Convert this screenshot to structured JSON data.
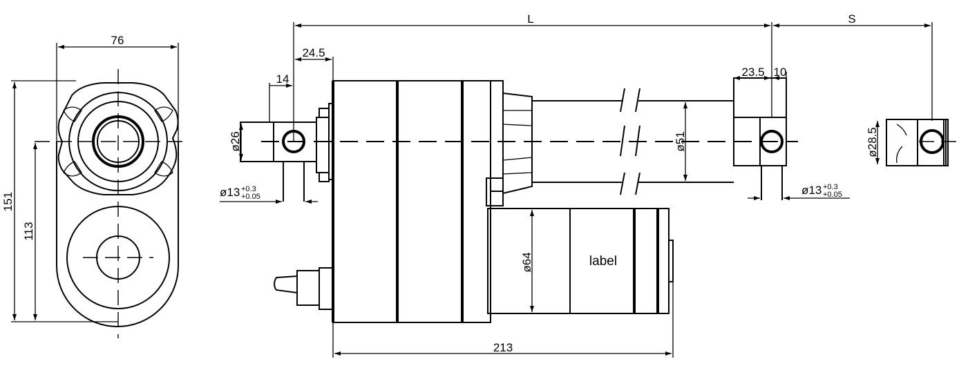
{
  "dimensions": {
    "front_width": "76",
    "front_height": "151",
    "front_axis_height": "113",
    "length_L": "L",
    "stroke_S": "S",
    "offset_24_5": "24.5",
    "offset_14": "14",
    "diam_26": "ø26",
    "diam_13_left": "ø13",
    "tol_plus_left": "+0.3",
    "tol_minus_left": "+0.05",
    "diam_51": "ø51",
    "dim_23_5": "23.5",
    "dim_10": "10",
    "diam_13_right": "ø13",
    "tol_plus_right": "+0.3",
    "tol_minus_right": "+0.05",
    "diam_28_5": "ø28.5",
    "diam_64": "ø64",
    "total_213": "213"
  },
  "motor_label": "label"
}
